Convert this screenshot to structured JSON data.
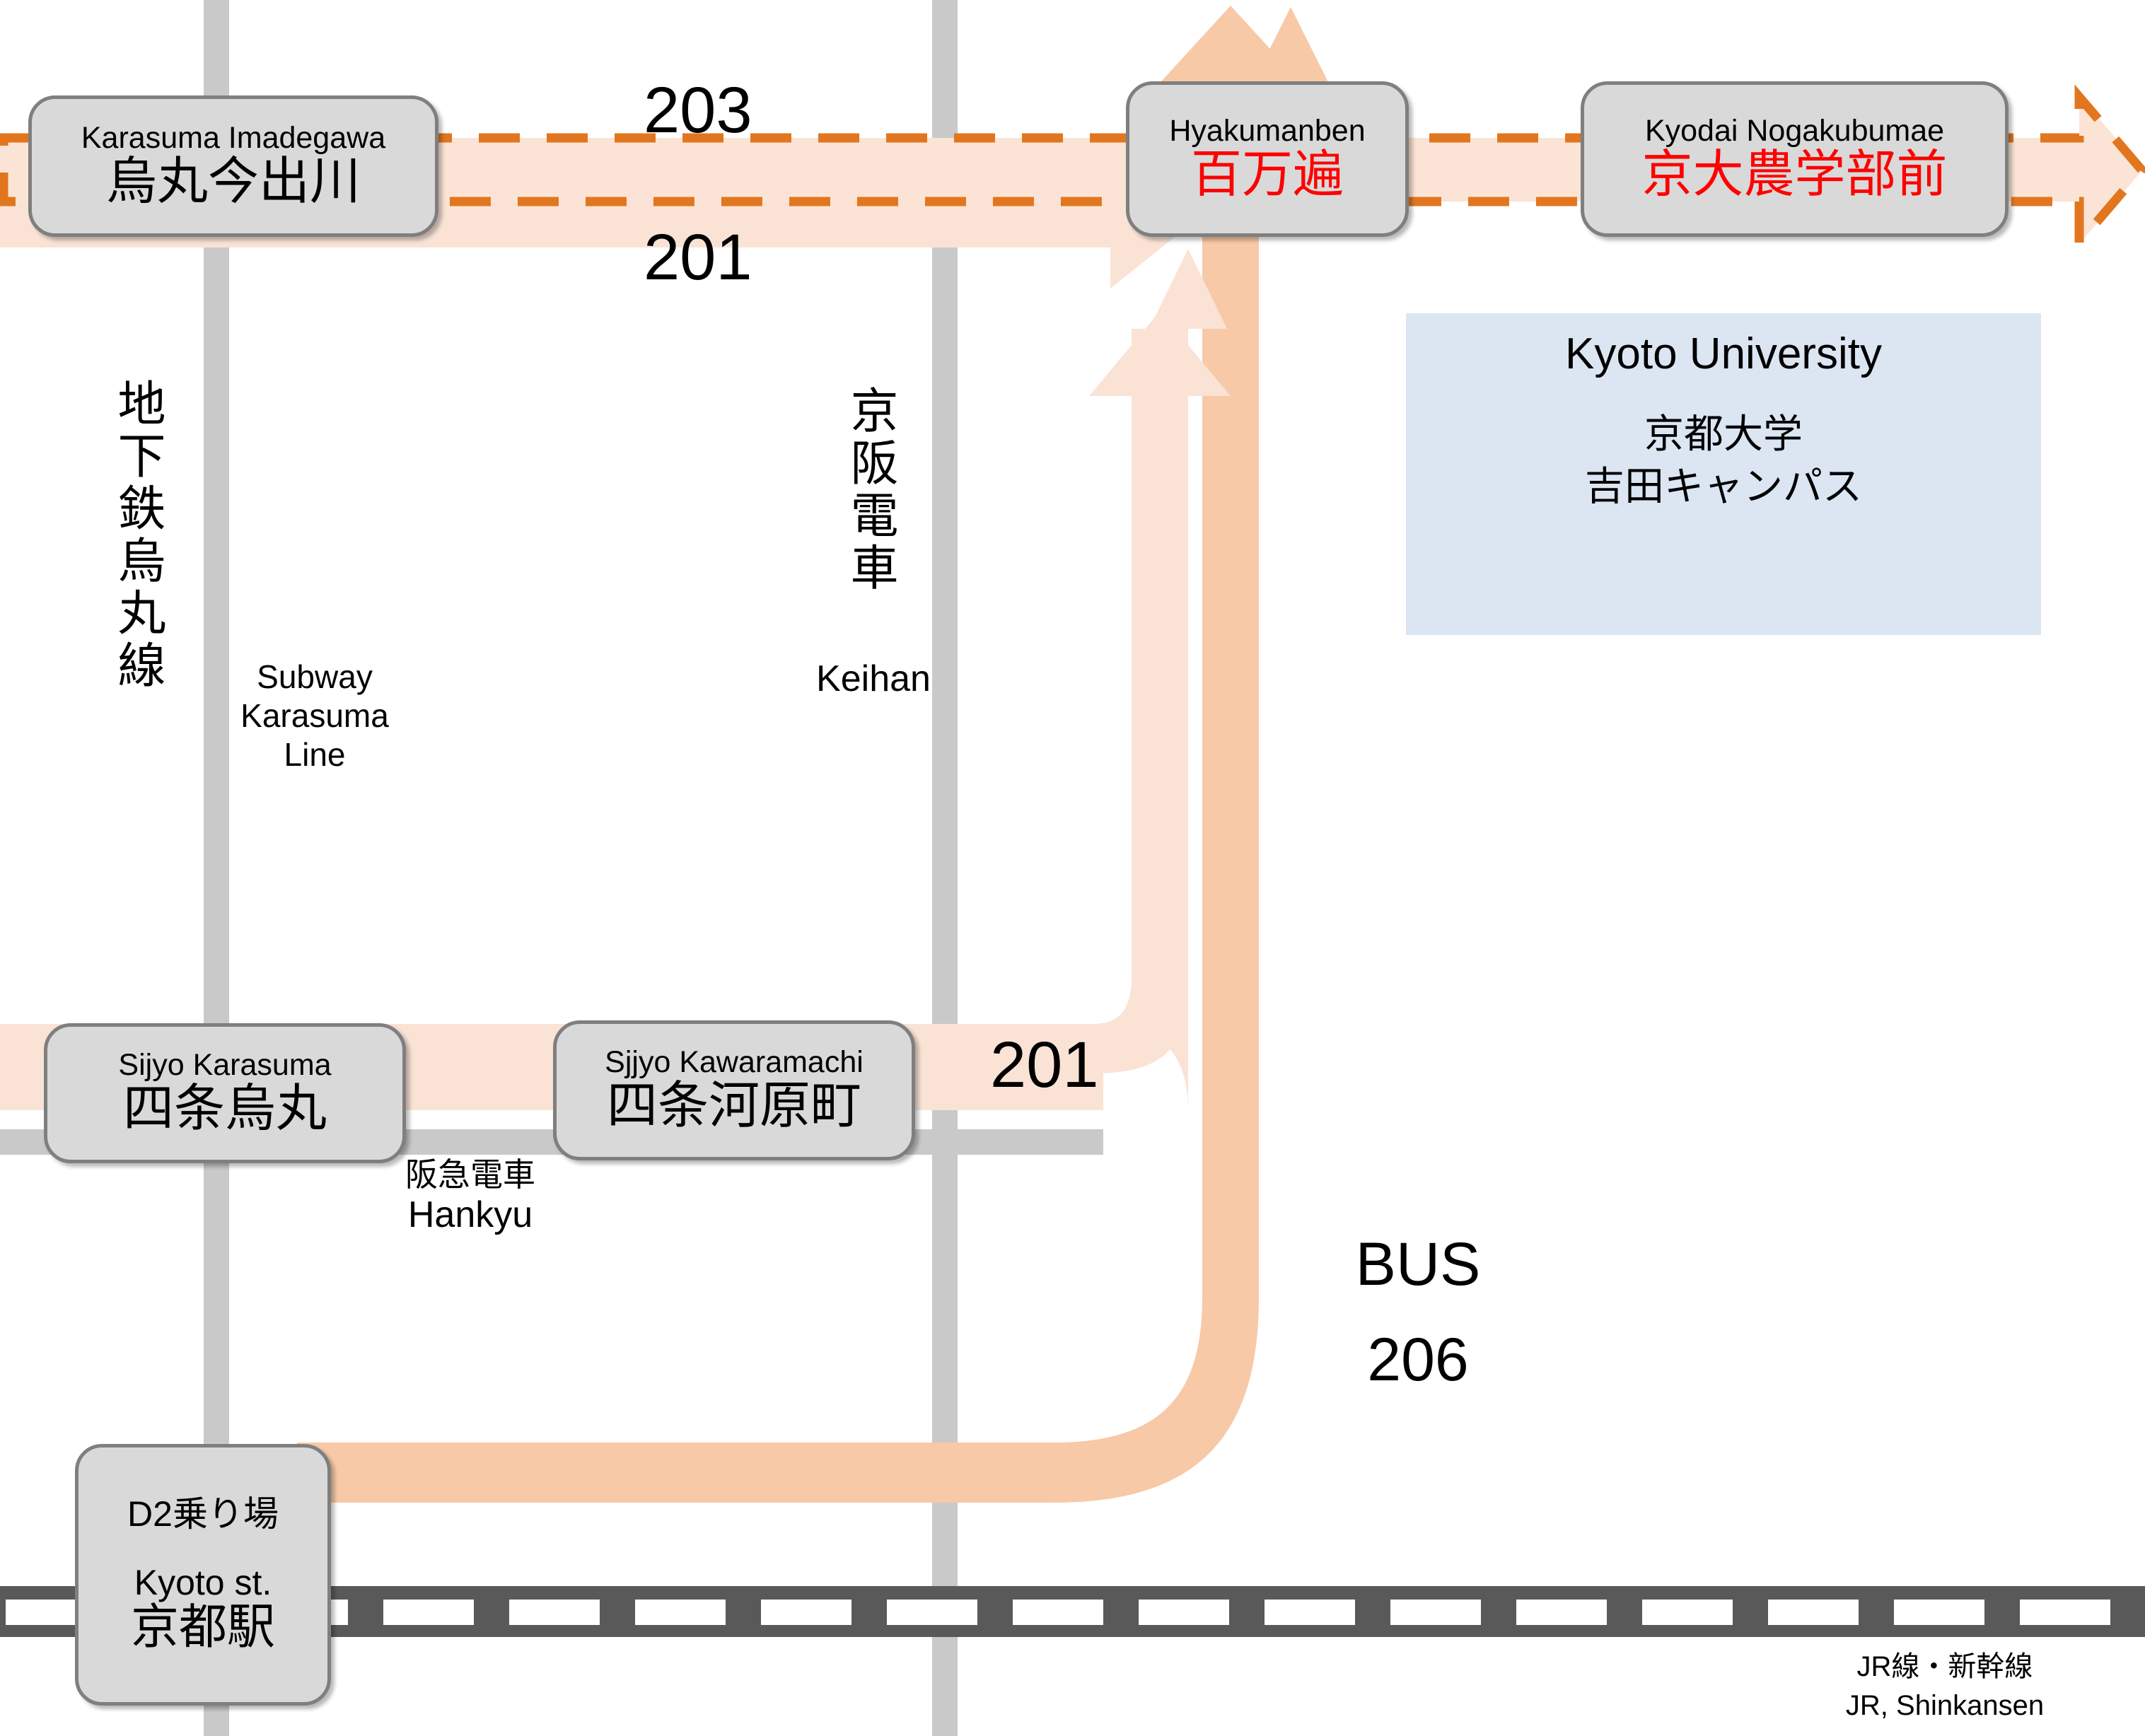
{
  "title": "Kyoto University access map",
  "colors": {
    "station_fill": "#d9d9d9",
    "station_border": "#7f7f7f",
    "campus_fill": "#dce5f2",
    "route_201_fill": "#fae3d5",
    "route_206_fill": "#f7c9a6",
    "route_203_fill": "#fbe4d6",
    "route_203_stroke": "#e2761f",
    "rail_gray": "#c9c9c9",
    "jr_dark": "#595959",
    "station_jp_red": "#ff0000"
  },
  "stations": [
    {
      "id": "karasuma-imadegawa",
      "en": "Karasuma Imadegawa",
      "jp": "烏丸今出川",
      "jp_color": "black"
    },
    {
      "id": "hyakumanben",
      "en": "Hyakumanben",
      "jp": "百万遍",
      "jp_color": "red"
    },
    {
      "id": "kyodai-nogakubumae",
      "en": "Kyodai Nogakubumae",
      "jp": "京大農学部前",
      "jp_color": "red"
    },
    {
      "id": "sijyo-karasuma",
      "en": "Sijyo Karasuma",
      "jp": "四条烏丸",
      "jp_color": "black"
    },
    {
      "id": "sijyo-kawaramachi",
      "en": "Sjjyo Kawaramachi",
      "jp": "四条河原町",
      "jp_color": "black"
    }
  ],
  "kyoto_station": {
    "line1": "D2乗り場",
    "line2": "Kyoto st.",
    "line3": "京都駅"
  },
  "campus": {
    "en": "Kyoto University",
    "jp_line1": "京都大学",
    "jp_line2": "吉田キャンパス"
  },
  "rail_lines": {
    "karasuma_subway": {
      "jp_vertical": "地下鉄烏丸線",
      "en_line1": "Subway",
      "en_line2": "Karasuma",
      "en_line3": "Line"
    },
    "keihan": {
      "jp_vertical": "京阪電車",
      "en": "Keihan"
    },
    "hankyu": {
      "jp": "阪急電車",
      "en": "Hankyu"
    },
    "jr": {
      "jp": "JR線・新幹線",
      "en": "JR, Shinkansen"
    }
  },
  "bus_routes": {
    "r203": "203",
    "r201_top": "201",
    "r201_bottom": "201",
    "bus_label": "BUS",
    "bus_number": "206"
  }
}
